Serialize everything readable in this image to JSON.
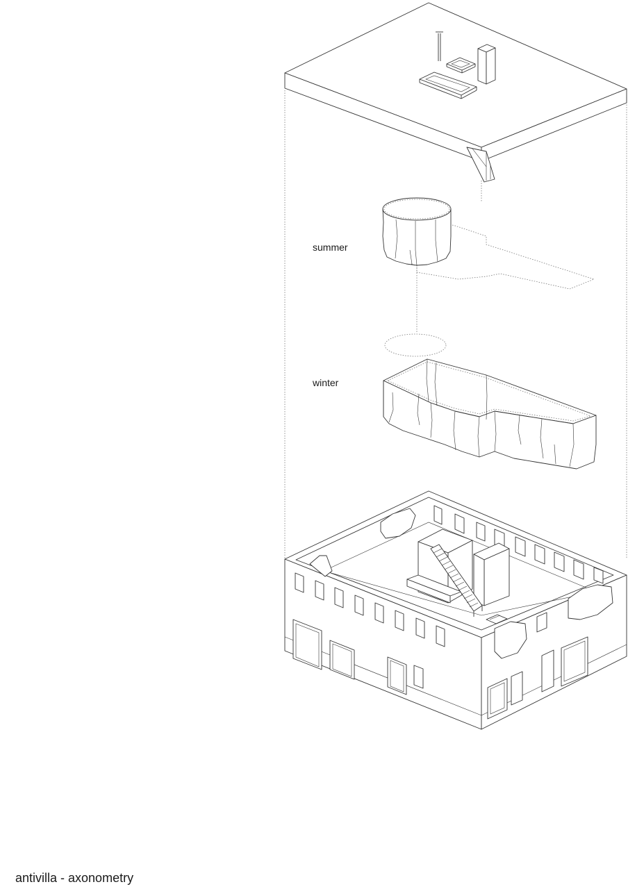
{
  "labels": {
    "summer": "summer",
    "winter": "winter"
  },
  "caption": "antivilla - axonometry"
}
